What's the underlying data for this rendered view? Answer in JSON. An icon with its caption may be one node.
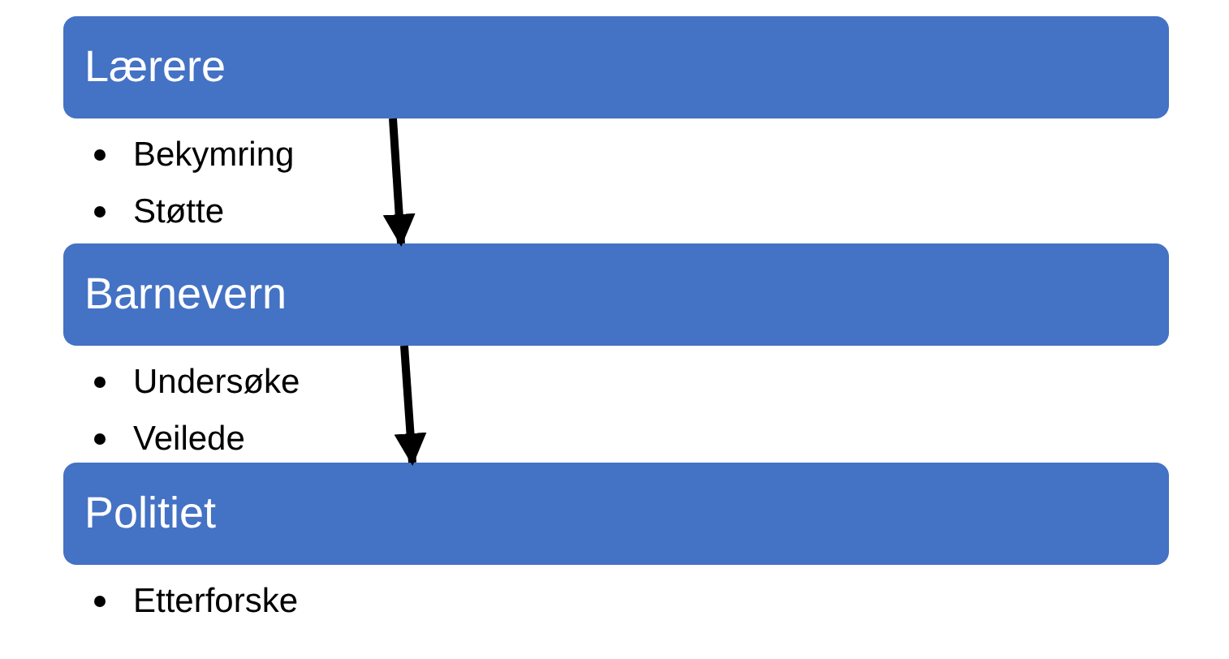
{
  "diagram": {
    "nodes": [
      {
        "text": [
          "Lærere"
        ],
        "beside": [
          "Bekymring",
          "Støtte"
        ]
      },
      {
        "text": [
          "Barnevern"
        ],
        "beside": [
          "Undersøke",
          "Veilede"
        ]
      },
      {
        "text": [
          "Politiet"
        ],
        "beside": [
          "Etterforske"
        ]
      }
    ],
    "edges": [
      {
        "from": 0,
        "to": 1,
        "arrow": "to"
      },
      {
        "from": 1,
        "to": 2,
        "arrow": "to"
      }
    ]
  }
}
